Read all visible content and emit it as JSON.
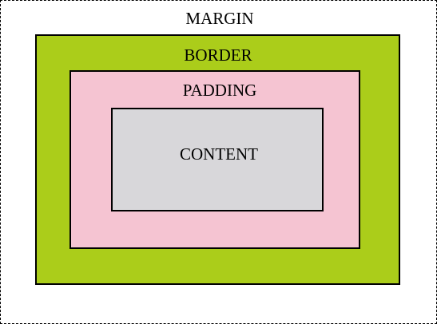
{
  "diagram": {
    "margin": {
      "label": "MARGIN",
      "color": "#ffffff",
      "outline": "dashed"
    },
    "border": {
      "label": "BORDER",
      "color": "#abcd1a"
    },
    "padding": {
      "label": "PADDING",
      "color": "#f5c4d2"
    },
    "content": {
      "label": "CONTENT",
      "color": "#d8d7da"
    }
  }
}
